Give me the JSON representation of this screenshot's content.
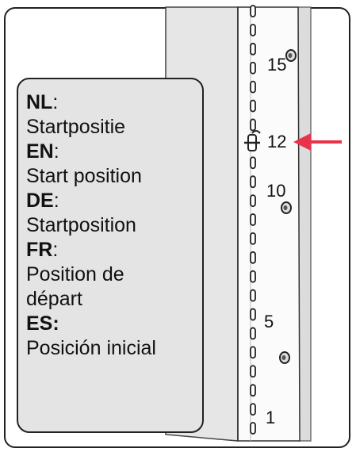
{
  "legend": [
    {
      "code": "NL",
      "sep": ":",
      "text": "Startpositie"
    },
    {
      "code": "EN",
      "sep": ":",
      "text": "Start position"
    },
    {
      "code": "DE",
      "sep": ":",
      "text": "Startposition"
    },
    {
      "code": "FR",
      "sep": ":",
      "text_lines": [
        "Position de",
        "départ"
      ]
    },
    {
      "code": "ES:",
      "sep": "",
      "text": "Posición inicial"
    }
  ],
  "position_numbers": {
    "p15": "15",
    "p12": "12",
    "p10": "10",
    "p5": "5",
    "p1": "1"
  },
  "highlighted_position": "12",
  "colors": {
    "arrow": "#e8334a",
    "legend_bg": "#e4e4e4",
    "outline": "#222222"
  }
}
